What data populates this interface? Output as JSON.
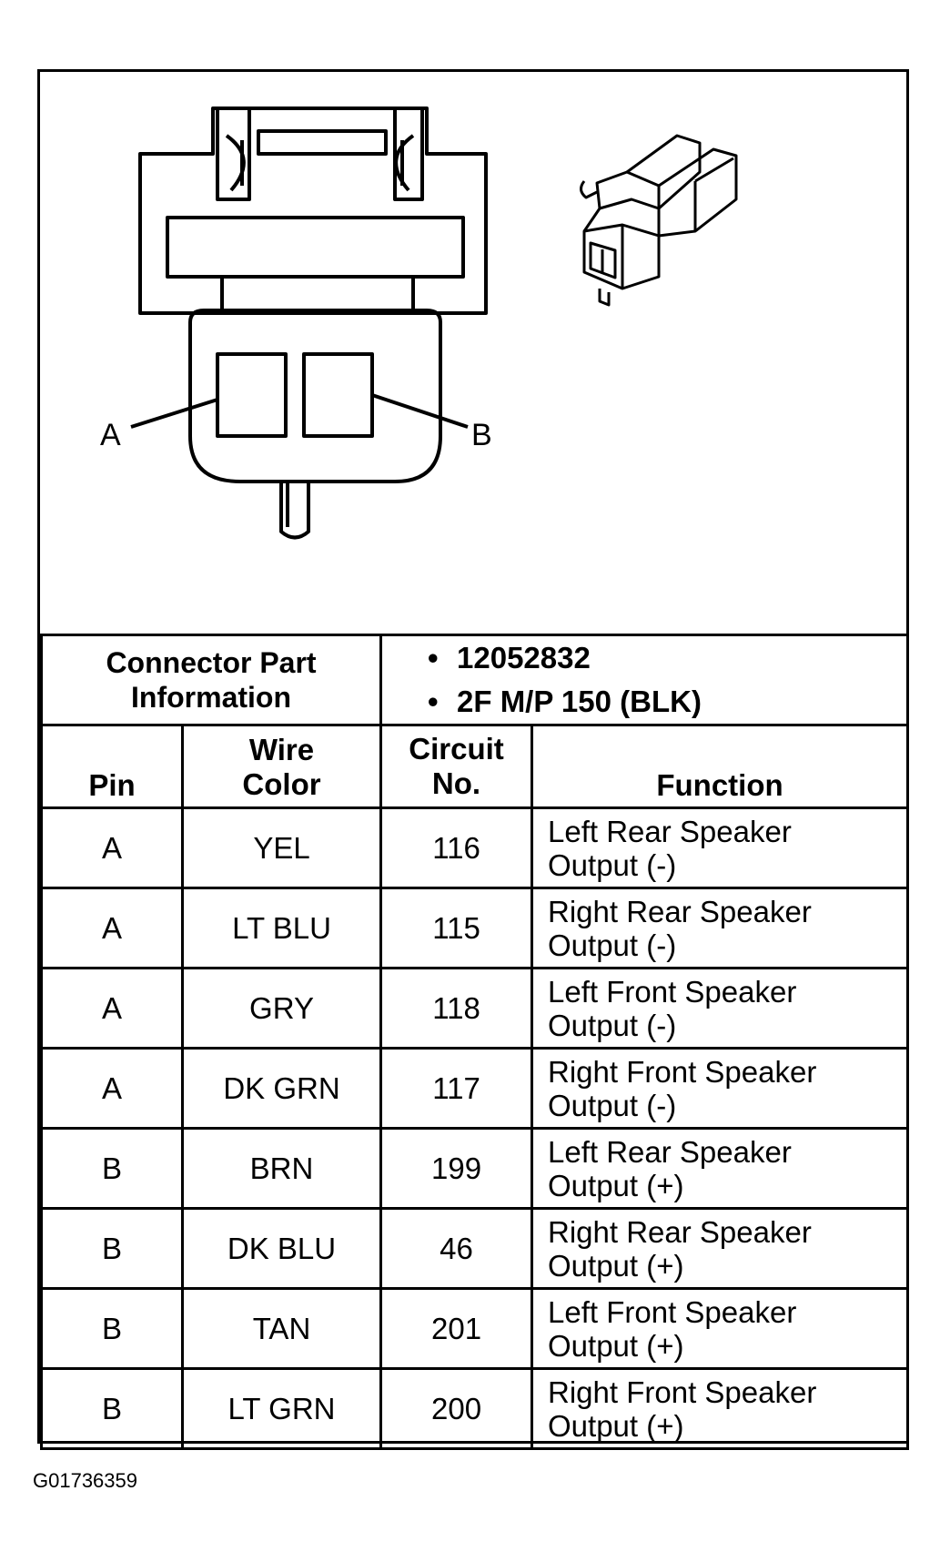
{
  "diagram": {
    "pin_label_a": "A",
    "pin_label_b": "B"
  },
  "connector_info": {
    "label_line1": "Connector Part",
    "label_line2": "Information",
    "items": [
      "12052832",
      "2F M/P 150 (BLK)"
    ]
  },
  "headers": {
    "pin": "Pin",
    "wire_color_line1": "Wire",
    "wire_color_line2": "Color",
    "circuit_line1": "Circuit",
    "circuit_line2": "No.",
    "function": "Function"
  },
  "rows": [
    {
      "pin": "A",
      "color": "YEL",
      "circuit": "116",
      "function_line1": "Left Rear Speaker",
      "function_line2": "Output (-)"
    },
    {
      "pin": "A",
      "color": "LT BLU",
      "circuit": "115",
      "function_line1": "Right Rear Speaker",
      "function_line2": "Output (-)"
    },
    {
      "pin": "A",
      "color": "GRY",
      "circuit": "118",
      "function_line1": "Left Front Speaker",
      "function_line2": "Output (-)"
    },
    {
      "pin": "A",
      "color": "DK GRN",
      "circuit": "117",
      "function_line1": "Right Front Speaker",
      "function_line2": "Output (-)"
    },
    {
      "pin": "B",
      "color": "BRN",
      "circuit": "199",
      "function_line1": "Left Rear Speaker",
      "function_line2": "Output (+)"
    },
    {
      "pin": "B",
      "color": "DK BLU",
      "circuit": "46",
      "function_line1": "Right Rear Speaker",
      "function_line2": "Output (+)"
    },
    {
      "pin": "B",
      "color": "TAN",
      "circuit": "201",
      "function_line1": "Left Front Speaker",
      "function_line2": "Output (+)"
    },
    {
      "pin": "B",
      "color": "LT GRN",
      "circuit": "200",
      "function_line1": "Right Front Speaker",
      "function_line2": "Output (+)"
    }
  ],
  "caption": "G01736359"
}
